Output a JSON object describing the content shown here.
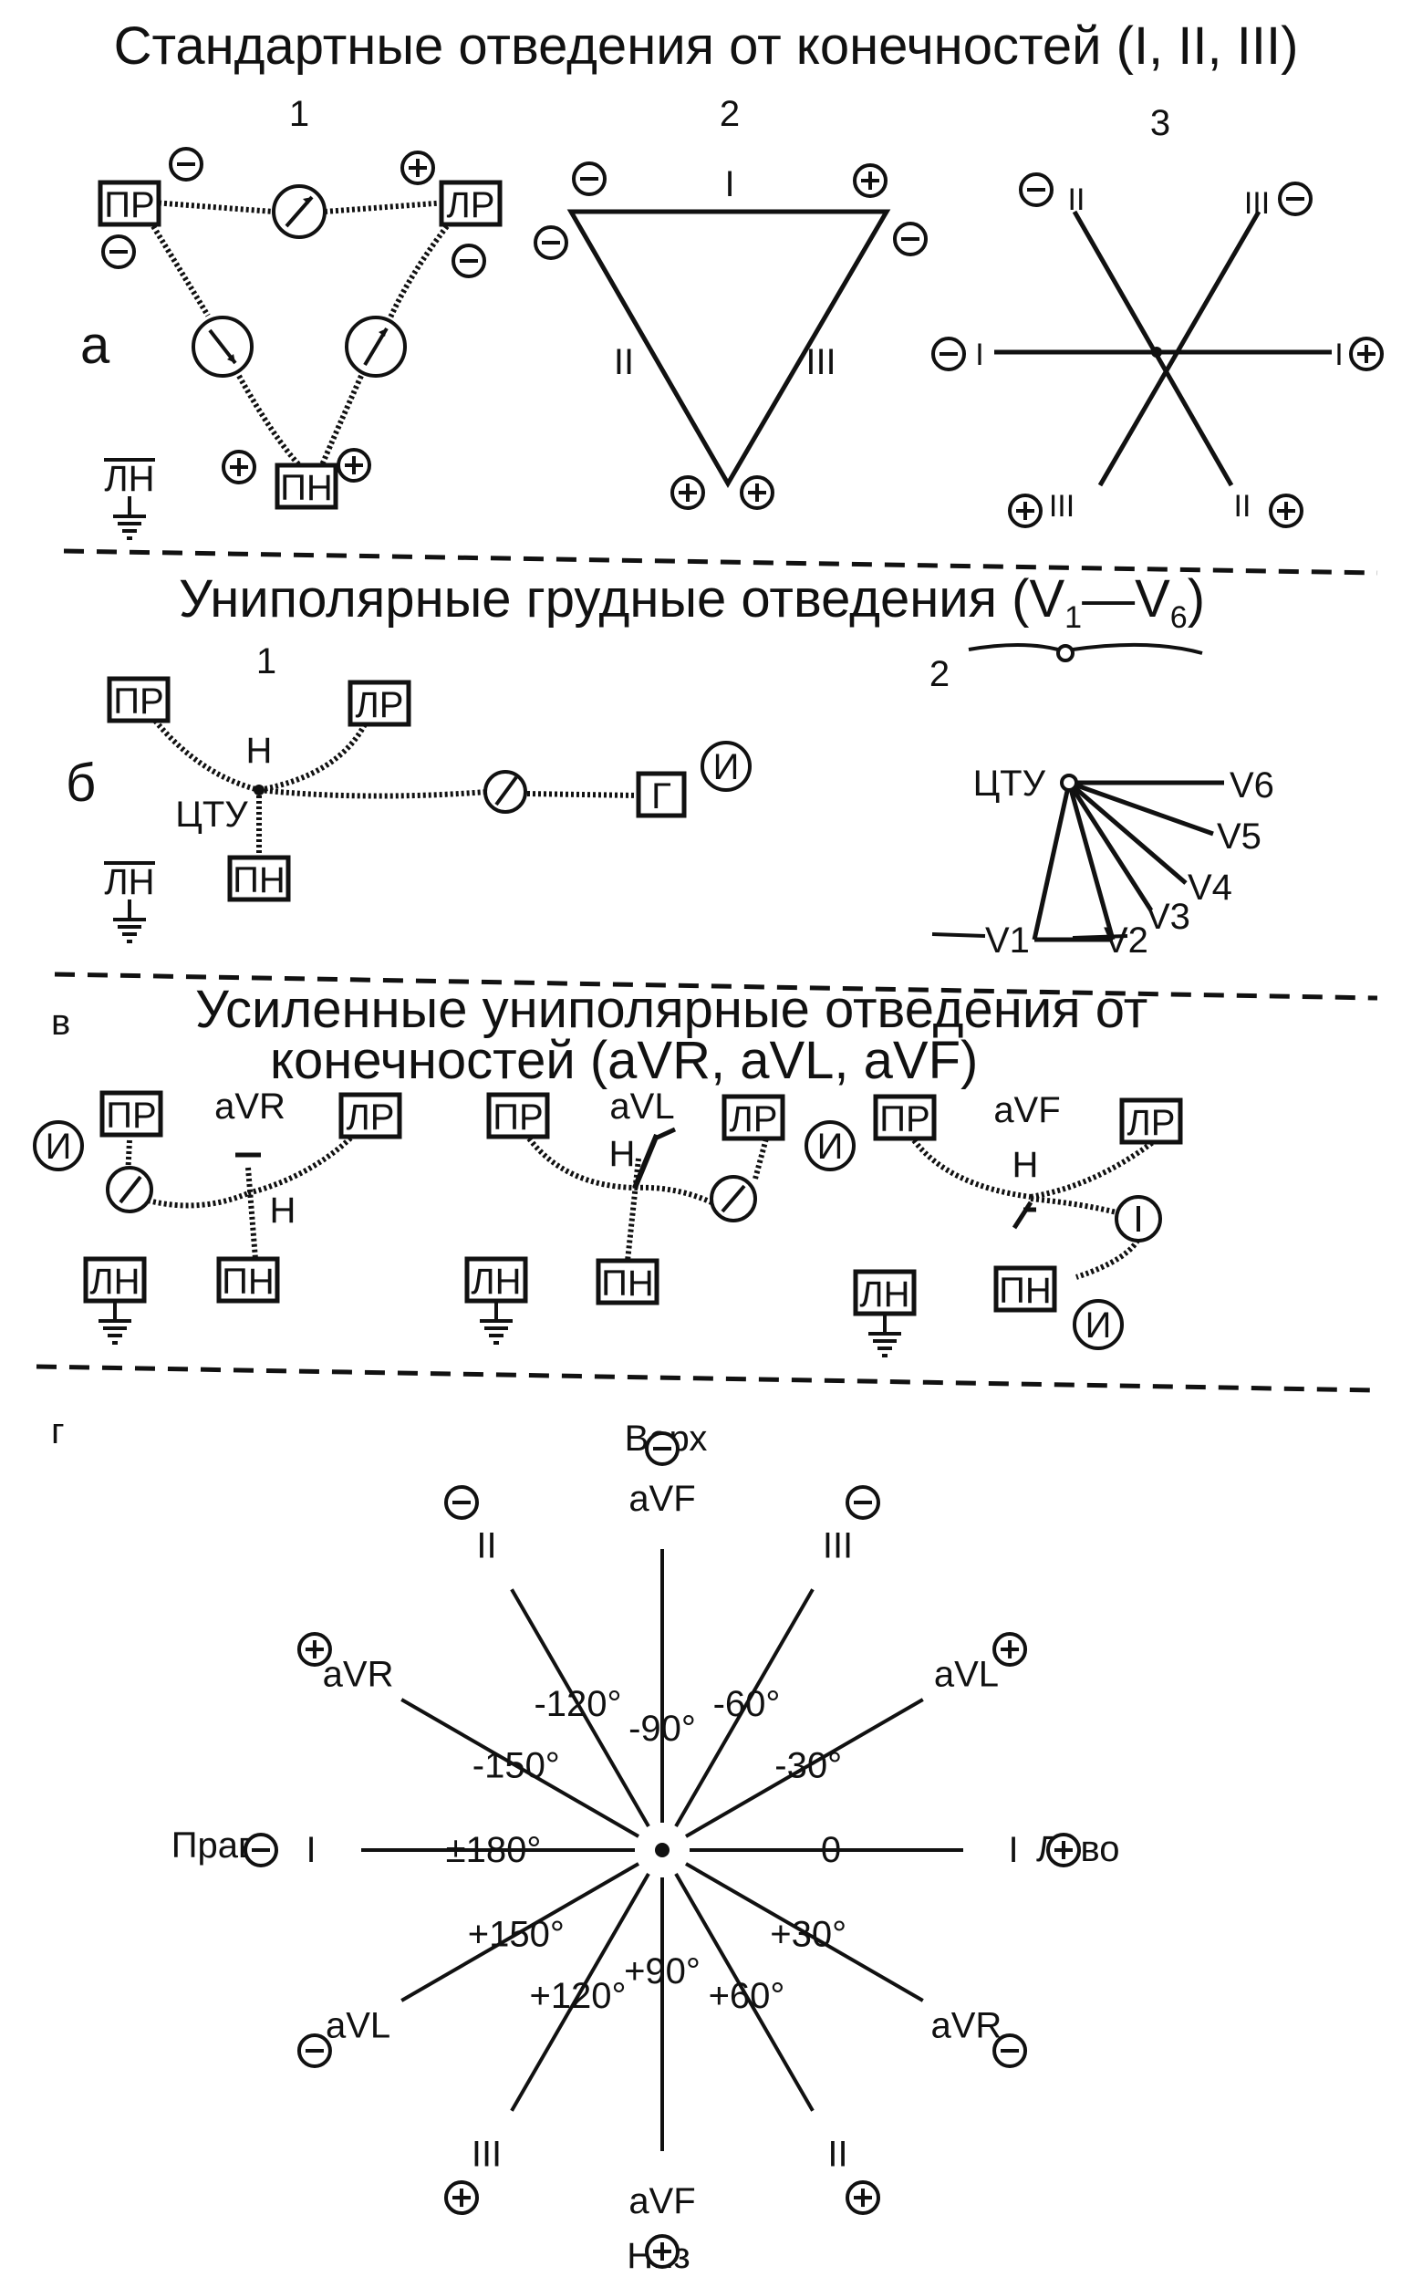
{
  "sections": {
    "a": {
      "title": "Стандартные отведения от конечностей (I, II, III)",
      "letter": "а",
      "sub_labels": [
        "1",
        "2",
        "3"
      ],
      "electrodes": {
        "right_arm": "ПР",
        "left_arm": "ЛР",
        "left_leg": "ПН",
        "ground": "ЛН"
      },
      "leads": [
        "I",
        "II",
        "III"
      ]
    },
    "b": {
      "title": "Униполярные грудные отведения (V1–V6)",
      "title_main": "Униполярные грудные отведения (V",
      "title_sub1": "1",
      "title_dash": "—V",
      "title_sub6": "6",
      "title_close": ")",
      "letter": "б",
      "sub_labels": [
        "1",
        "2"
      ],
      "electrodes": {
        "right_arm": "ПР",
        "left_arm": "ЛР",
        "left_leg": "ПН",
        "ground": "ЛН",
        "chest": "Г"
      },
      "node": "Н",
      "central_terminal": "ЦТУ",
      "indicator": "И",
      "chest_leads": [
        "V6",
        "V5",
        "V4",
        "V3",
        "V2",
        "V1"
      ]
    },
    "c": {
      "letter": "в",
      "title_line1": "Усиленные униполярные отведения от",
      "title_line2": "конечностей (aVR, aVL, aVF)",
      "leads": [
        "aVR",
        "aVL",
        "aVF"
      ],
      "electrodes": {
        "right_arm": "ПР",
        "left_arm": "ЛР",
        "left_leg": "ПН",
        "ground": "ЛН"
      },
      "node": "Н",
      "indicator": "И"
    },
    "d": {
      "letter": "г",
      "directions": {
        "top": "Верх",
        "bottom": "Низ",
        "right_side": "Право",
        "left_side": "Лево"
      },
      "axes": [
        {
          "lead": "I",
          "pos": "I",
          "neg": "I",
          "pos_angle": 0,
          "neg_angle": 180
        },
        {
          "lead": "II",
          "pos": "II",
          "neg": "II",
          "pos_angle": 60,
          "neg_angle": -120
        },
        {
          "lead": "III",
          "pos": "III",
          "neg": "III",
          "pos_angle": 120,
          "neg_angle": -60
        },
        {
          "lead": "aVF",
          "pos": "aVF",
          "neg": "aVF",
          "pos_angle": 90,
          "neg_angle": -90
        },
        {
          "lead": "aVR",
          "pos": "aVR",
          "neg": "aVR",
          "pos_angle": -150,
          "neg_angle": 30
        },
        {
          "lead": "aVL",
          "pos": "aVL",
          "neg": "aVL",
          "pos_angle": -30,
          "neg_angle": 150
        }
      ],
      "angle_labels": [
        "-90°",
        "-60°",
        "-30°",
        "0",
        "+30°",
        "+60°",
        "+90°",
        "+120°",
        "+150°",
        "±180°",
        "-150°",
        "-120°"
      ],
      "plus_sign": "+",
      "minus_sign": "−"
    }
  }
}
